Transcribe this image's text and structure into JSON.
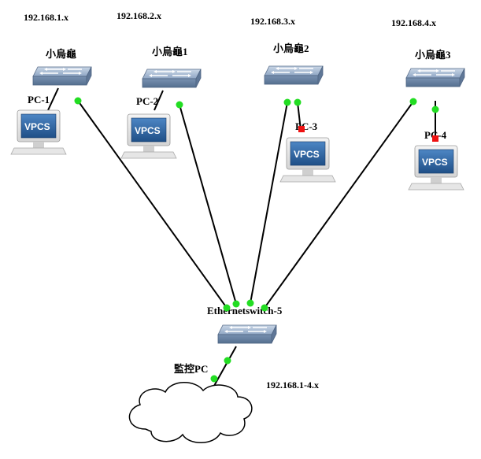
{
  "subnets": {
    "net1": "192.168.1.x",
    "net2": "192.168.2.x",
    "net3": "192.168.3.x",
    "net4": "192.168.4.x",
    "monitor": "192.168.1-4.x"
  },
  "switches": {
    "sw0": "小烏龜",
    "sw1": "小烏龜1",
    "sw2": "小烏龜2",
    "sw3": "小烏龜3",
    "core": "Ethernetswitch-5"
  },
  "pcs": {
    "pc1": "PC-1",
    "pc2": "PC-2",
    "pc3": "PC-3",
    "pc4": "PC-4",
    "badge": "VPCS"
  },
  "cloud": {
    "label": "監控PC"
  },
  "colors": {
    "link_up": "#22dd22",
    "link_down": "#ee1111",
    "switch_body": "#7f97b5",
    "screen": "#2f6aa8"
  }
}
